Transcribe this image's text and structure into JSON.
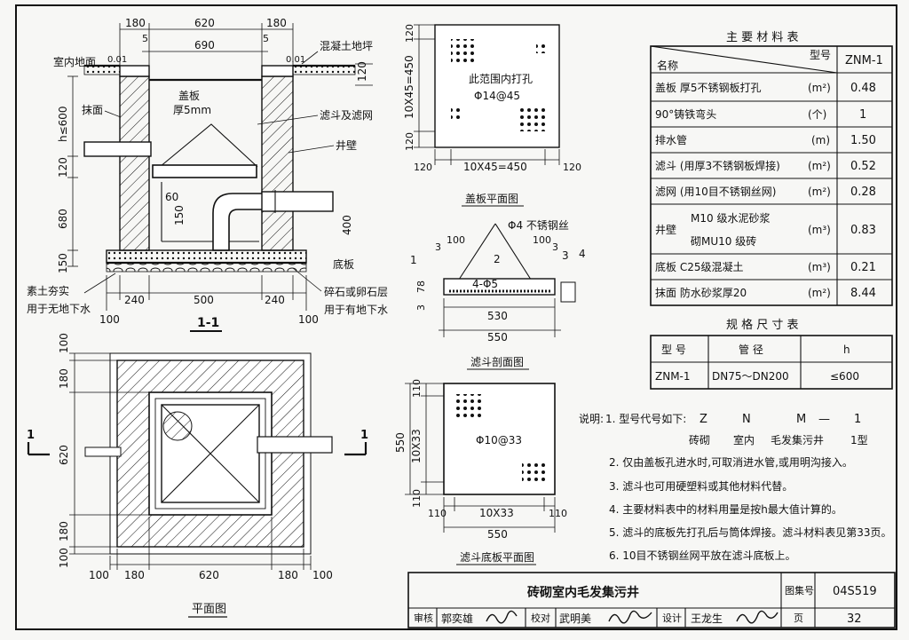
{
  "section_1_1": {
    "title": "1-1",
    "dims_top": [
      "180",
      "620",
      "180"
    ],
    "dim_690": "690",
    "wall_inner_5": "5",
    "floor_level": "室内地面",
    "level_mark": "0.01",
    "slab_label": "混凝土地坪",
    "dim_120_right": "120",
    "lining": "抹面",
    "cover_label": "盖板",
    "cover_thickness": "厚5mm",
    "strainer_label": "滤斗及滤网",
    "well_wall": "井壁",
    "h_label": "h≤600",
    "dim_120": "120",
    "dim_680": "680",
    "dim_150": "150",
    "dim_60": "60",
    "dim_150b": "150",
    "dim_400": "400",
    "base_plate": "底板",
    "soil_label": "素土夯实",
    "soil_note": "用于无地下水",
    "gravel_label": "碎石或卵石层",
    "gravel_note": "用于有地下水",
    "dims_bottom": [
      "240",
      "500",
      "240"
    ],
    "dim_100_l": "100",
    "dim_100_r": "100"
  },
  "plan": {
    "title": "平面图",
    "dims_left": [
      "100",
      "180",
      "620",
      "180",
      "100"
    ],
    "dims_bottom": [
      "100",
      "180",
      "620",
      "180",
      "100"
    ],
    "cut_mark": "1"
  },
  "cover_plan": {
    "title": "盖板平面图",
    "inner_text_1": "此范围内打孔",
    "inner_text_2": "Φ14@45",
    "dim_left": "10X45=450",
    "dim_left_top": "120",
    "dim_left_bottom": "120",
    "dims_bottom": [
      "120",
      "10X45=450",
      "120"
    ]
  },
  "strainer_section": {
    "title": "滤斗剖面图",
    "wire_label": "Φ4 不锈钢丝",
    "num_1": "1",
    "num_2": "2",
    "num_3": "3",
    "num_4": "4",
    "dim_3a": "3",
    "dim_100a": "100",
    "dim_100b": "100",
    "dim_3b": "3",
    "dim_78": "78",
    "dim_3c": "3",
    "bar_label": "4-Φ5",
    "dim_530": "530",
    "dim_550": "550"
  },
  "strainer_base": {
    "title": "滤斗底板平面图",
    "inner_text": "Φ10@33",
    "dim_left_total": "550",
    "dim_left_mid": "10X33",
    "dim_left_top": "110",
    "dim_left_bottom": "110",
    "dims_bottom": [
      "110",
      "10X33",
      "110"
    ],
    "dim_550": "550"
  },
  "materials_table": {
    "title": "主 要 材 料 表",
    "header_model": "型号",
    "header_name": "名称",
    "header_value": "ZNM-1",
    "rows": [
      {
        "name": "盖板  厚5不锈钢板打孔",
        "unit": "(m²)",
        "value": "0.48"
      },
      {
        "name": "90°铸铁弯头",
        "unit": "(个)",
        "value": "1"
      },
      {
        "name": "排水管",
        "unit": "(m)",
        "value": "1.50"
      },
      {
        "name": "滤斗 (用厚3不锈钢板焊接)",
        "unit": "(m²)",
        "value": "0.52"
      },
      {
        "name": "滤网 (用10目不锈钢丝网)",
        "unit": "(m²)",
        "value": "0.28"
      },
      {
        "name": "井壁",
        "name_detail_1": "M10 级水泥砂浆",
        "name_detail_2": "砌MU10 级砖",
        "unit": "(m³)",
        "value": "0.83"
      },
      {
        "name": "底板  C25级混凝土",
        "unit": "(m³)",
        "value": "0.21"
      },
      {
        "name": "抹面  防水砂浆厚20",
        "unit": "(m²)",
        "value": "8.44"
      }
    ]
  },
  "spec_table": {
    "title": "规 格 尺 寸 表",
    "headers": [
      "型 号",
      "管 径",
      "h"
    ],
    "row": [
      "ZNM-1",
      "DN75～DN200",
      "≤600"
    ]
  },
  "notes": {
    "label": "说明:",
    "n1": "1. 型号代号如下:",
    "n1_codes": [
      "Z",
      "N",
      "M",
      "—",
      "1"
    ],
    "n1_meanings": [
      "砖砌",
      "室内",
      "毛发集污井",
      "1型"
    ],
    "n2": "2. 仅由盖板孔进水时,可取消进水管,或用明沟接入。",
    "n3": "3. 滤斗也可用硬塑料或其他材料代替。",
    "n4": "4. 主要材料表中的材料用量是按h最大值计算的。",
    "n5": "5. 滤斗的底板先打孔后与筒体焊接。滤斗材料表见第33页。",
    "n6": "6. 10目不锈钢丝网平放在滤斗底板上。"
  },
  "title_block": {
    "title": "砖砌室内毛发集污井",
    "atlas_label": "图集号",
    "atlas_no": "04S519",
    "review_label": "审核",
    "reviewer": "郭奕雄",
    "check_label": "校对",
    "checker": "武明美",
    "design_label": "设计",
    "designer": "王龙生",
    "page_label": "页",
    "page_no": "32"
  }
}
